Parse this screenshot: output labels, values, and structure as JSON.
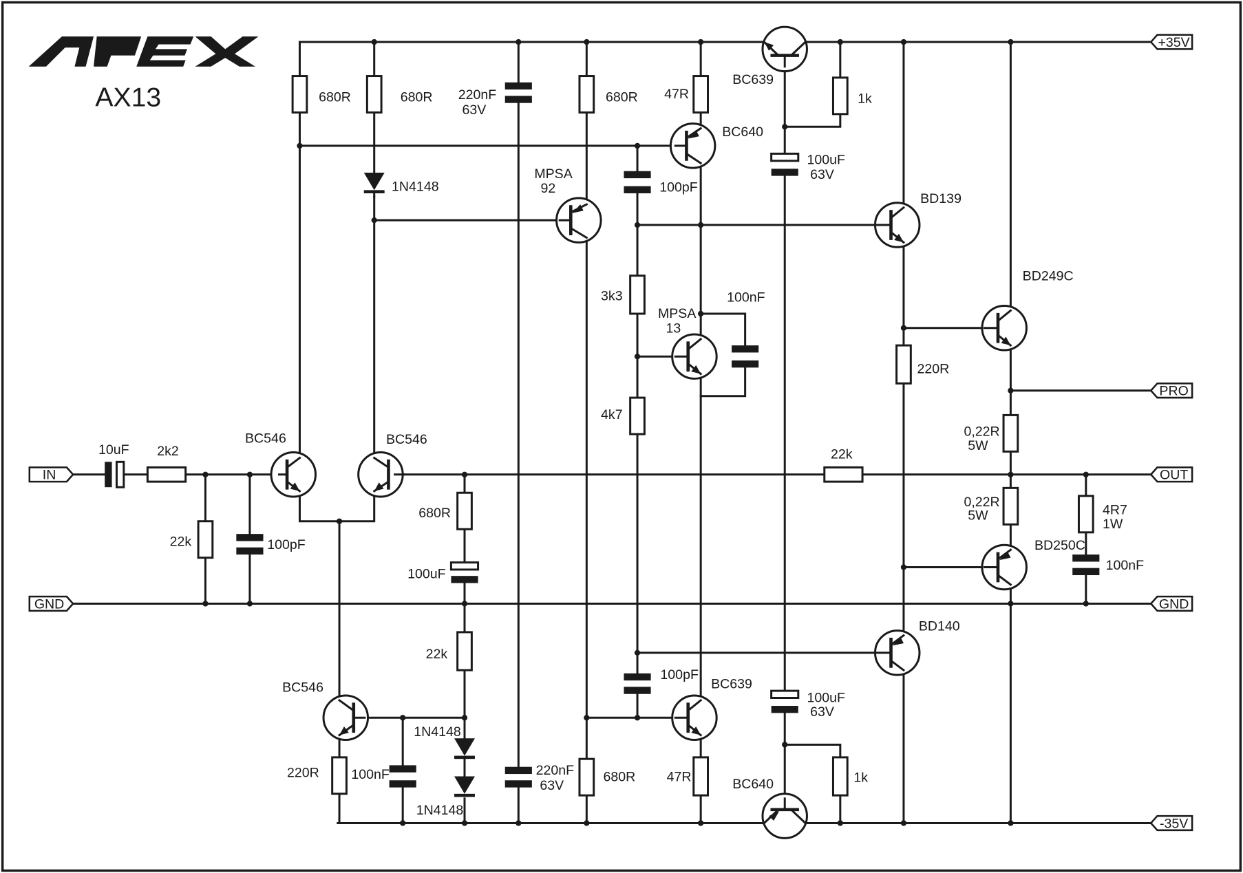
{
  "brand": {
    "logo": "APEX",
    "model": "AX13"
  },
  "ports": {
    "vpos": "+35V",
    "vneg": "-35V",
    "pro": "PRO",
    "out": "OUT",
    "in": "IN",
    "gnd_left": "GND",
    "gnd_right": "GND"
  },
  "parts": {
    "c_in": "10uF",
    "r_in": "2k2",
    "r_bias": "22k",
    "c_in_filter": "100pF",
    "q_lt1": "BC546",
    "q_lt2": "BC546",
    "q_ccs": "BC546",
    "r_lt1": "680R",
    "r_lt2": "680R",
    "c_rail_top_l1": "220nF",
    "c_rail_top_l2": "63V",
    "r_vas1": "680R",
    "d1": "1N4148",
    "q_mpsa92_a": "MPSA",
    "q_mpsa92_b": "92",
    "r_47_top": "47R",
    "q_bc640_top": "BC640",
    "q_bc639_top": "BC639",
    "r_1k_top": "1k",
    "c_boot_top_l1": "100uF",
    "c_boot_top_l2": "63V",
    "c_miller_top": "100pF",
    "q_bd139": "BD139",
    "r_3k3": "3k3",
    "q_mpsa13_a": "MPSA",
    "q_mpsa13_b": "13",
    "c_vbe": "100nF",
    "r_4k7": "4k7",
    "q_bd249c": "BD249C",
    "r_220_driver": "220R",
    "r_emit_top_l1": "0,22R",
    "r_emit_top_l2": "5W",
    "r_fb": "22k",
    "r_emit_bot_l1": "0,22R",
    "r_emit_bot_l2": "5W",
    "r_zob_l1": "4R7",
    "r_zob_l2": "1W",
    "q_bd250c": "BD250C",
    "c_zob": "100nF",
    "r_fb_gnd": "680R",
    "c_fb": "100uF",
    "r_ref": "22k",
    "d2": "1N4148",
    "d3": "1N4148",
    "r_ccs": "220R",
    "c_ccs": "100nF",
    "c_rail_bot_l1": "220nF",
    "c_rail_bot_l2": "63V",
    "r_vas2": "680R",
    "q_bd140": "BD140",
    "c_miller_bot": "100pF",
    "q_bc639_bot": "BC639",
    "r_47_bot": "47R",
    "c_boot_bot_l1": "100uF",
    "c_boot_bot_l2": "63V",
    "r_1k_bot": "1k",
    "q_bc640_bot": "BC640"
  },
  "colors": {
    "ink": "#1a1a1a",
    "paper": "#ffffff"
  }
}
